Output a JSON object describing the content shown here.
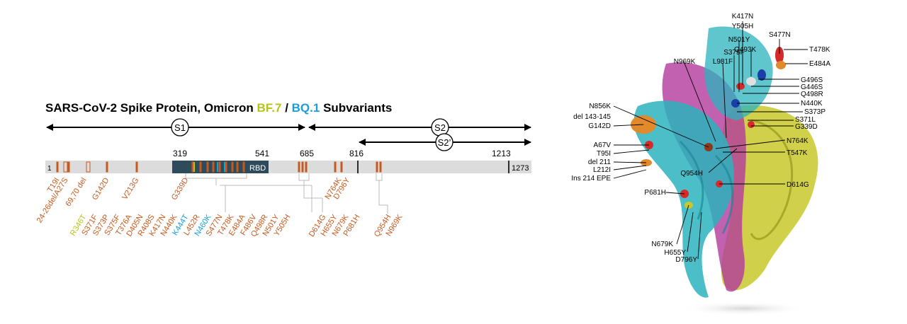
{
  "title": {
    "prefix": "SARS-CoV-2 Spike Protein, Omicron ",
    "bf7": "BF.7",
    "slash": " / ",
    "bq1": "BQ.1",
    "suffix": " Subvariants"
  },
  "colors": {
    "bf7": "#b5c41a",
    "bq1": "#1a9ed8",
    "mutation": "#c65a1e",
    "rbd": "#2e4b5b",
    "bar": "#dcdcdc",
    "axis": "#000000",
    "leader": "#bbbbbb",
    "structure_cyan": "#2bb3bd",
    "structure_yellow": "#c9c82a",
    "structure_magenta": "#b23a9c"
  },
  "domains": [
    {
      "label": "S1",
      "start": 1,
      "end": 685
    },
    {
      "label": "S2",
      "start": 685,
      "end": 1273
    },
    {
      "label": "S2’",
      "start": 816,
      "end": 1273
    }
  ],
  "positions": {
    "start": "1",
    "p319": "319",
    "p541": "541",
    "p685": "685",
    "p816": "816",
    "p1213": "1213",
    "end": "1273"
  },
  "rbd_label": "RBD",
  "top_mutations": [
    "T19I",
    "24-26del/A27S",
    "69,70 del",
    "G142D",
    "V213G",
    "G339D",
    "N764K",
    "D796Y"
  ],
  "rbd_mutations": [
    {
      "label": "R346T",
      "variant": "bf7"
    },
    {
      "label": "S371F",
      "variant": "all"
    },
    {
      "label": "S373P",
      "variant": "all"
    },
    {
      "label": "S375F",
      "variant": "all"
    },
    {
      "label": "T376A",
      "variant": "all"
    },
    {
      "label": "D405N",
      "variant": "all"
    },
    {
      "label": "R408S",
      "variant": "all"
    },
    {
      "label": "K417N",
      "variant": "all"
    },
    {
      "label": "N440K",
      "variant": "all"
    },
    {
      "label": "K444T",
      "variant": "bq1"
    },
    {
      "label": "L452R",
      "variant": "all"
    },
    {
      "label": "N460K",
      "variant": "bq1"
    },
    {
      "label": "S477N",
      "variant": "all"
    },
    {
      "label": "T478K",
      "variant": "all"
    },
    {
      "label": "E484A",
      "variant": "all"
    },
    {
      "label": "F486V",
      "variant": "all"
    },
    {
      "label": "Q498R",
      "variant": "all"
    },
    {
      "label": "N501Y",
      "variant": "all"
    },
    {
      "label": "Y505H",
      "variant": "all"
    }
  ],
  "s1s2_mutations": [
    "D614G",
    "H655Y",
    "N679K",
    "P681H"
  ],
  "s2_mutations": [
    "Q954H",
    "N969K"
  ],
  "structure_left_labels": [
    "N856K",
    "del 143-145",
    "G142D",
    "A67V",
    "T95I",
    "del 211",
    "L212I",
    "Ins 214 EPE",
    "Q954H",
    "P681H",
    "N679K",
    "H655Y",
    "D796Y"
  ],
  "structure_top_labels": [
    "K417N",
    "Y505H",
    "N501Y",
    "S375F",
    "L981F",
    "N969K",
    "Q493K",
    "S477N"
  ],
  "structure_right_labels": [
    "T478K",
    "E484A",
    "G496S",
    "G446S",
    "Q498R",
    "N440K",
    "S373P",
    "S371L",
    "G339D",
    "N764K",
    "T547K",
    "D614G"
  ]
}
